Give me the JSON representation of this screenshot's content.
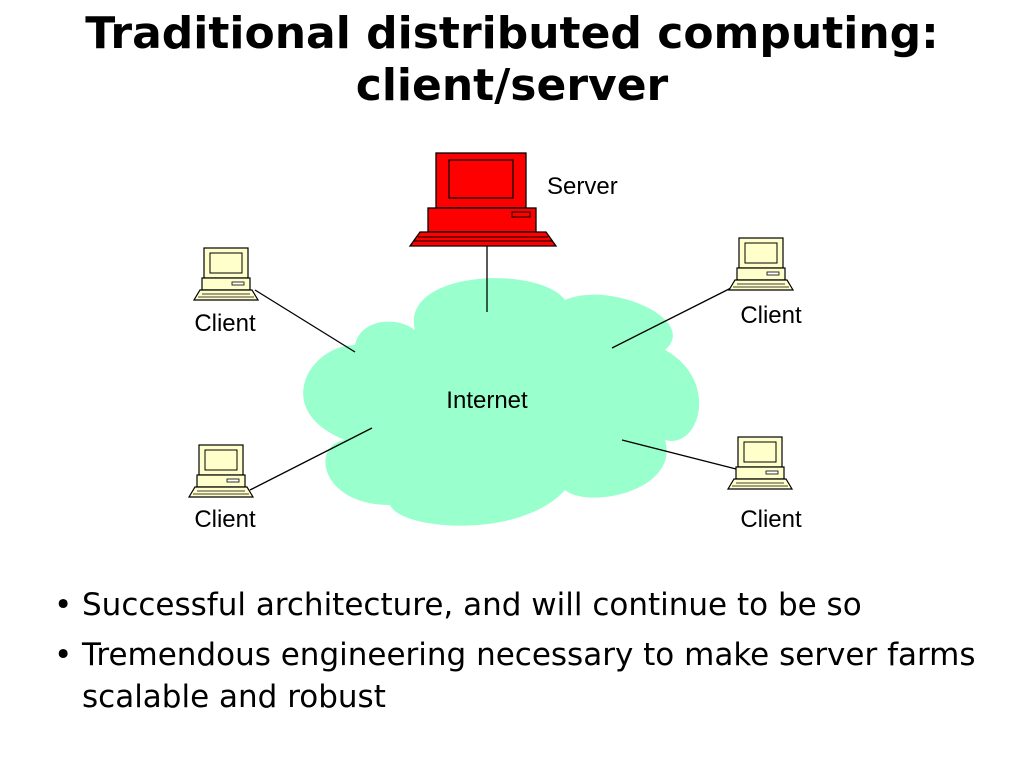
{
  "slide": {
    "title_line1": "Traditional distributed computing:",
    "title_line2": "client/server"
  },
  "diagram": {
    "server_label": "Server",
    "network_label": "Internet",
    "client_labels": [
      "Client",
      "Client",
      "Client",
      "Client"
    ],
    "colors": {
      "server": "#ff0000",
      "cloud": "#99ffcc",
      "client": "#ffffcc"
    }
  },
  "bullets": [
    "Successful architecture, and will continue to be so",
    "Tremendous engineering necessary to make server farms scalable and robust"
  ],
  "bullet_symbol": "•"
}
